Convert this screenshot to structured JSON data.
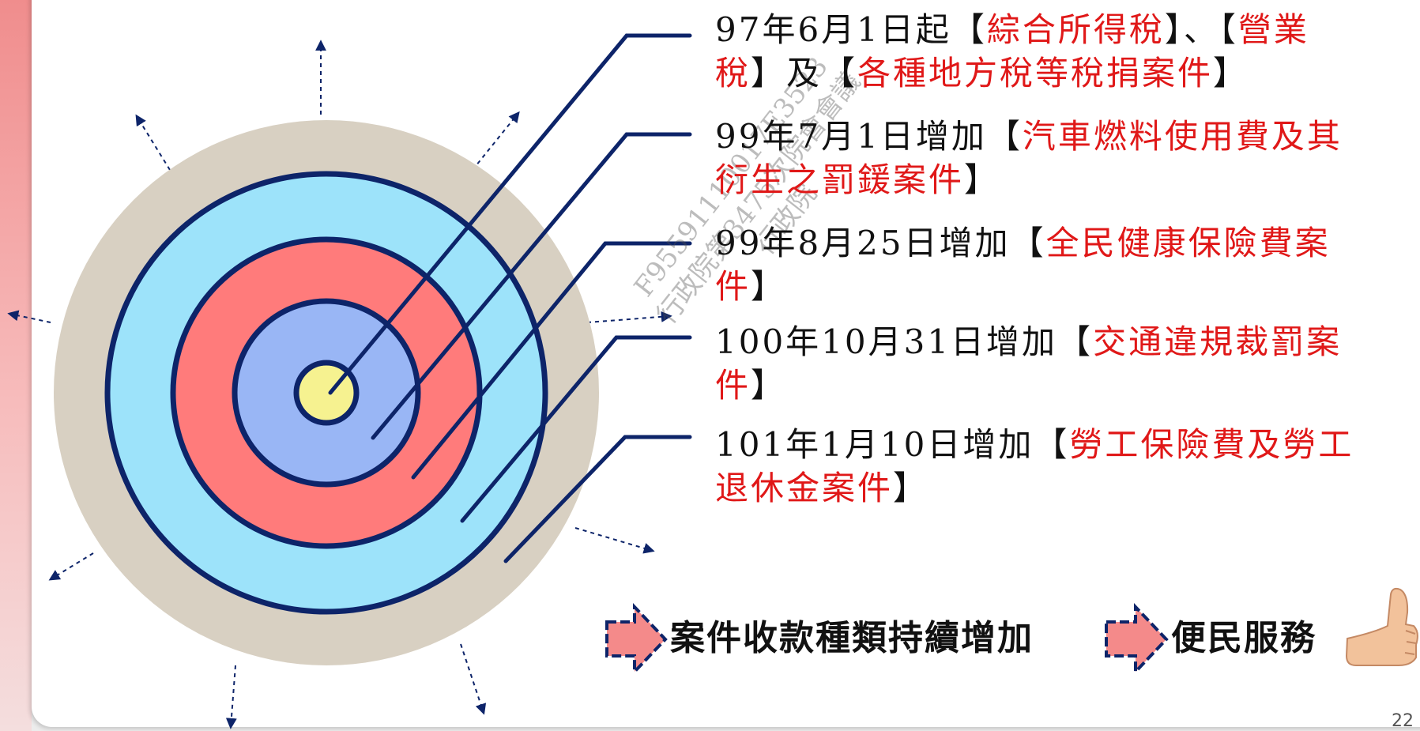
{
  "entries": [
    {
      "date": "97年6月1日起【",
      "items": "綜合所得稅",
      "mid1": "】、【",
      "items2": "營業稅",
      "mid2": "】及【",
      "items3": "各種地方稅等稅捐案件",
      "end": "】"
    },
    {
      "date": "99年7月1日增加【",
      "items": "汽車燃料使用費及其衍生之罰鍰案件",
      "end": "】"
    },
    {
      "date": "99年8月25日增加【",
      "items": "全民健康保險費案件",
      "end": "】"
    },
    {
      "date": "100年10月31日增加【",
      "items": "交通違規裁罰案件",
      "end": "】"
    },
    {
      "date": "101年1月10日增加【",
      "items": "勞工保險費及勞工退休金案件",
      "end": "】"
    }
  ],
  "bottom": {
    "phrase1": "案件收款種類持續增加",
    "phrase2": "便民服務"
  },
  "page_number": "22",
  "watermark": {
    "line1": "F95591110017E3523",
    "line2": "行政院第3475次院會會議",
    "line3": "行政院"
  },
  "colors": {
    "outer_ring": "#d8d0c2",
    "ring_cyan": "#9de3fa",
    "ring_red": "#ff7b7b",
    "ring_blue": "#99b6f5",
    "center": "#f6f290",
    "outline": "#0d2469",
    "highlight_text": "#e01818"
  }
}
